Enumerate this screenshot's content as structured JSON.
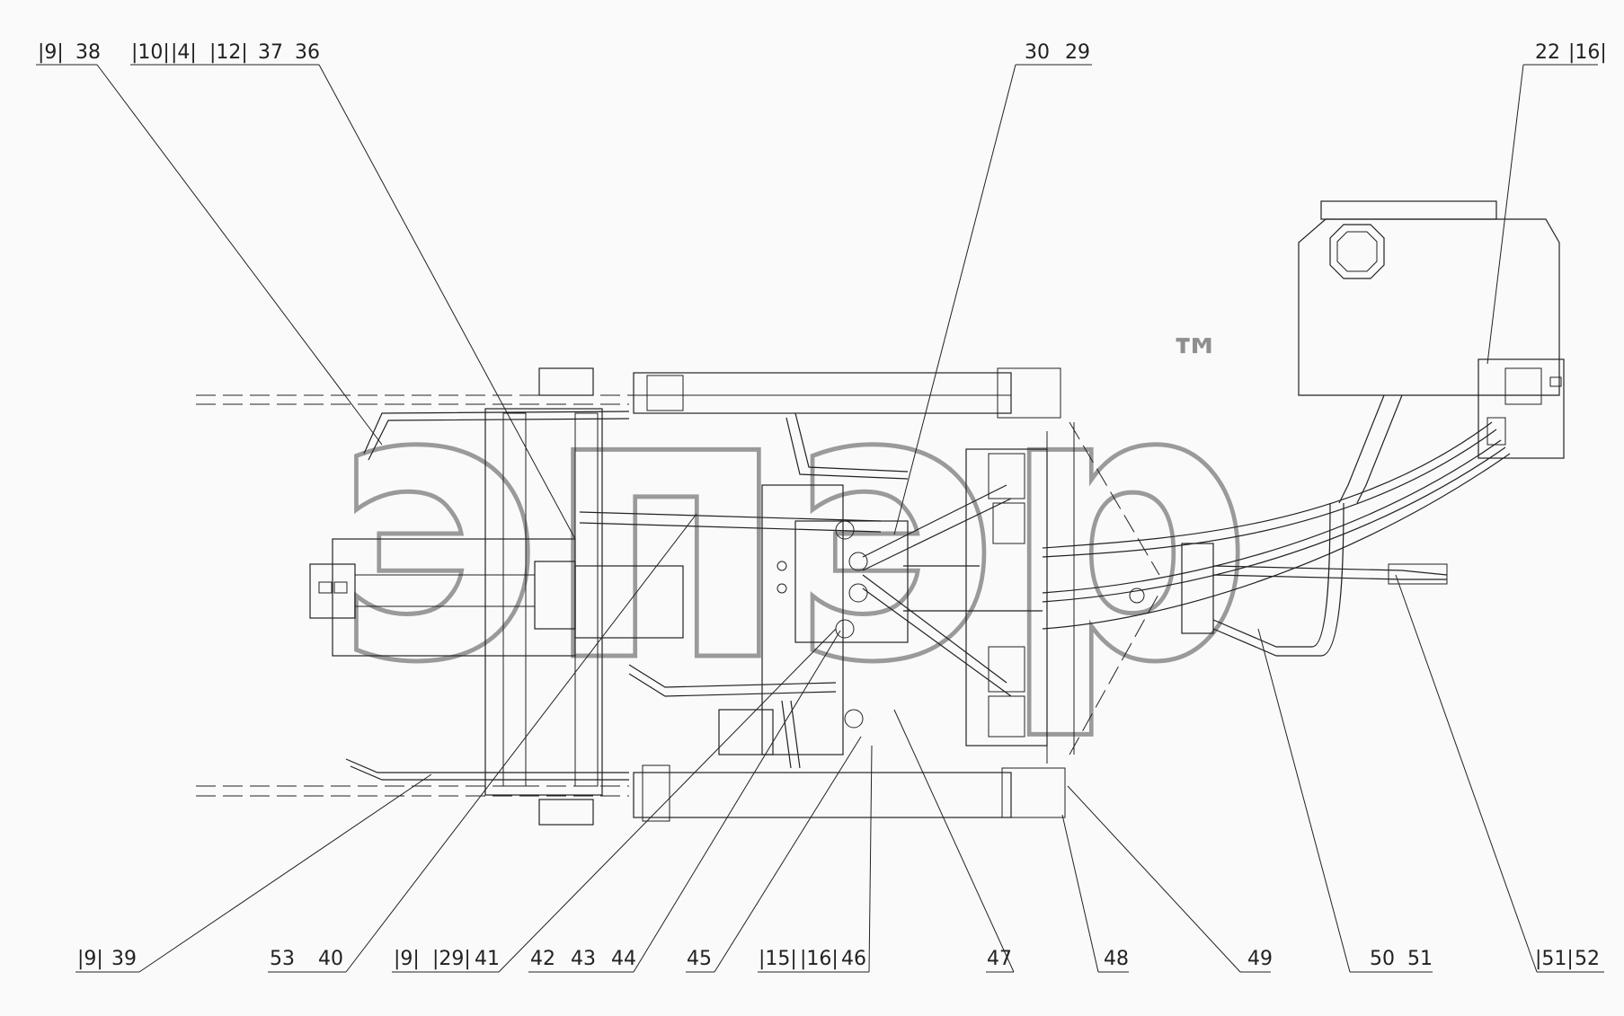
{
  "watermark": {
    "text": "эпэр",
    "trademark": "™"
  },
  "callouts": [
    {
      "id": "c1",
      "parts": [
        "|9|",
        "38"
      ]
    },
    {
      "id": "c2",
      "parts": [
        "|10|",
        "|4|",
        "|12|",
        "37",
        "36"
      ]
    },
    {
      "id": "c3",
      "parts": [
        "30",
        "29"
      ]
    },
    {
      "id": "c4",
      "parts": [
        "22",
        "|16|"
      ]
    },
    {
      "id": "c5",
      "parts": [
        "|9|",
        "39"
      ]
    },
    {
      "id": "c6",
      "parts": [
        "53",
        "40"
      ]
    },
    {
      "id": "c7",
      "parts": [
        "|9|",
        "|29|",
        "41"
      ]
    },
    {
      "id": "c8",
      "parts": [
        "42",
        "43",
        "44"
      ]
    },
    {
      "id": "c9",
      "parts": [
        "45"
      ]
    },
    {
      "id": "c10",
      "parts": [
        "|15|",
        "|16|",
        "46"
      ]
    },
    {
      "id": "c11",
      "parts": [
        "47"
      ]
    },
    {
      "id": "c12",
      "parts": [
        "48"
      ]
    },
    {
      "id": "c13",
      "parts": [
        "49"
      ]
    },
    {
      "id": "c14",
      "parts": [
        "50",
        "51"
      ]
    },
    {
      "id": "c15",
      "parts": [
        "|51|",
        "52"
      ]
    }
  ]
}
